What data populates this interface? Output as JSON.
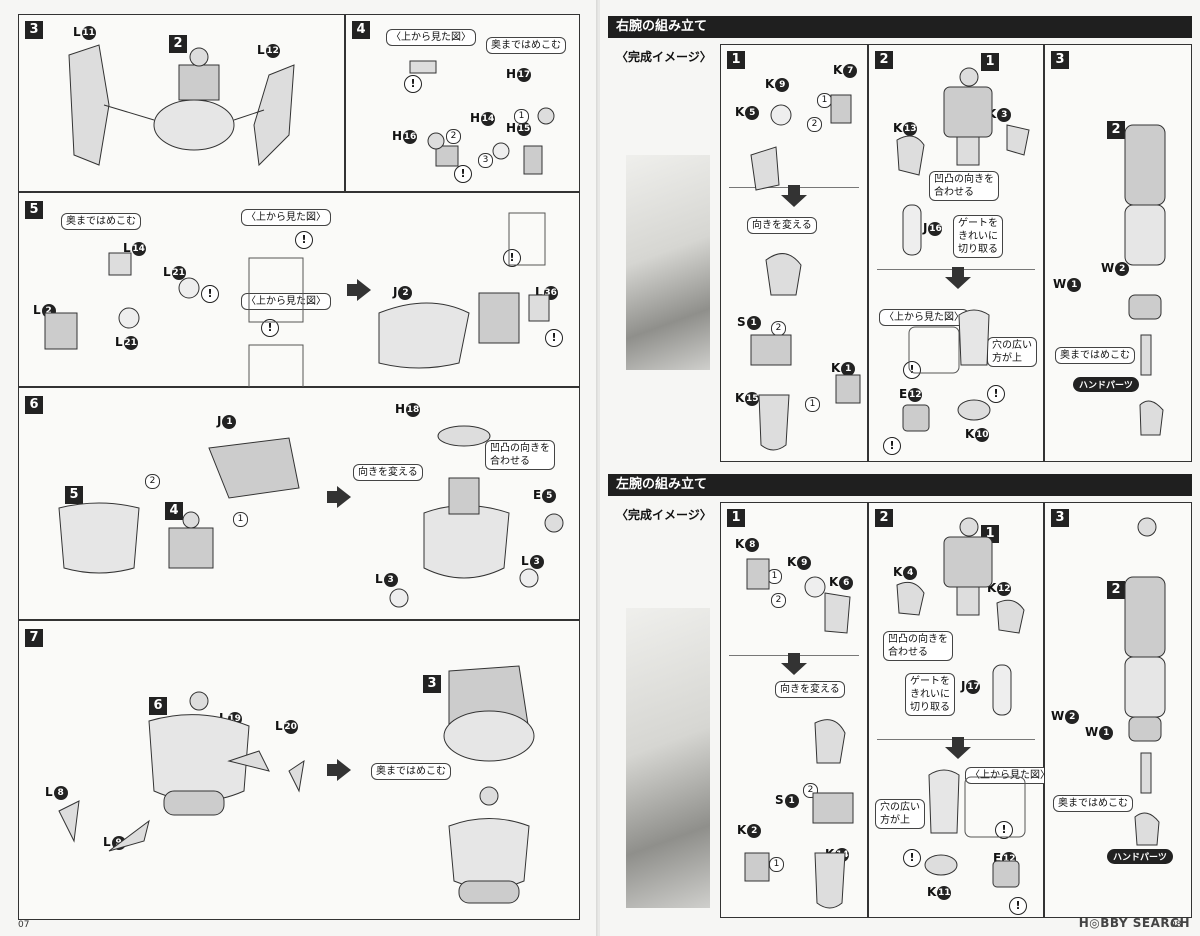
{
  "left_page": {
    "folio": "07",
    "panel_3": {
      "step": "3",
      "parts": [
        "L",
        "2",
        "L"
      ],
      "part_nums": [
        "11",
        "",
        "12"
      ]
    },
    "panel_4": {
      "step": "4",
      "top_view_label": "〈上から見た図〉",
      "push_label": "奥まではめこむ",
      "parts": [
        "H",
        "H",
        "H",
        "H"
      ],
      "part_nums": [
        "17",
        "14",
        "16",
        "15"
      ]
    },
    "panel_5": {
      "step": "5",
      "push_label": "奥まではめこむ",
      "top_view_label_1": "〈上から見た図〉",
      "top_view_label_2": "〈上から見た図〉",
      "parts": [
        "L",
        "L",
        "L",
        "L",
        "J",
        "L"
      ],
      "part_nums": [
        "14",
        "21",
        "2",
        "21",
        "2",
        "36"
      ]
    },
    "panel_6": {
      "step": "6",
      "turn_label": "向きを変える",
      "align_label": "凹凸の向きを\n合わせる",
      "parts": [
        "J",
        "5",
        "4",
        "H",
        "E",
        "L",
        "L"
      ],
      "part_nums": [
        "1",
        "",
        "",
        "18",
        "5",
        "3",
        "3"
      ]
    },
    "panel_7": {
      "step": "7",
      "push_label": "奥まではめこむ",
      "parts": [
        "6",
        "L",
        "L",
        "L",
        "L",
        "3"
      ],
      "part_nums": [
        "",
        "19",
        "20",
        "8",
        "9",
        ""
      ]
    }
  },
  "right_page": {
    "folio": "08",
    "brand": "H◎BBY SEARCH",
    "right_arm": {
      "title": "右腕の組み立て",
      "image_label": "〈完成イメージ〉",
      "step1": {
        "step": "1",
        "turn_label": "向きを変える",
        "parts": [
          "K",
          "K",
          "K",
          "S",
          "K",
          "K"
        ],
        "part_nums": [
          "9",
          "7",
          "5",
          "1",
          "1",
          "15"
        ]
      },
      "step2": {
        "step": "2",
        "align_label": "凹凸の向きを\n合わせる",
        "gate_label": "ゲートを\nきれいに\n切り取る",
        "top_view_label": "〈上から見た図〉",
        "wide_hole_label": "穴の広い\n方が上",
        "parts": [
          "1",
          "K",
          "K",
          "J",
          "E",
          "K"
        ],
        "part_nums": [
          "",
          "13",
          "3",
          "16",
          "12",
          "10"
        ]
      },
      "step3": {
        "step": "3",
        "push_label": "奥まではめこむ",
        "hand_label": "ハンドパーツ",
        "parts": [
          "2",
          "W",
          "W"
        ],
        "part_nums": [
          "",
          "2",
          "1"
        ]
      }
    },
    "left_arm": {
      "title": "左腕の組み立て",
      "image_label": "〈完成イメージ〉",
      "step1": {
        "step": "1",
        "turn_label": "向きを変える",
        "parts": [
          "K",
          "K",
          "K",
          "S",
          "K",
          "K"
        ],
        "part_nums": [
          "8",
          "9",
          "6",
          "1",
          "2",
          "14"
        ]
      },
      "step2": {
        "step": "2",
        "align_label": "凹凸の向きを\n合わせる",
        "gate_label": "ゲートを\nきれいに\n切り取る",
        "top_view_label": "〈上から見た図〉",
        "wide_hole_label": "穴の広い\n方が上",
        "parts": [
          "1",
          "K",
          "K",
          "J",
          "E",
          "K"
        ],
        "part_nums": [
          "",
          "4",
          "12",
          "17",
          "12",
          "11"
        ]
      },
      "step3": {
        "step": "3",
        "push_label": "奥まではめこむ",
        "hand_label": "ハンドパーツ",
        "parts": [
          "2",
          "W",
          "W"
        ],
        "part_nums": [
          "",
          "2",
          "1"
        ]
      }
    }
  },
  "markers": {
    "bang": "!",
    "seq1": "1",
    "seq2": "2",
    "seq3": "3"
  }
}
